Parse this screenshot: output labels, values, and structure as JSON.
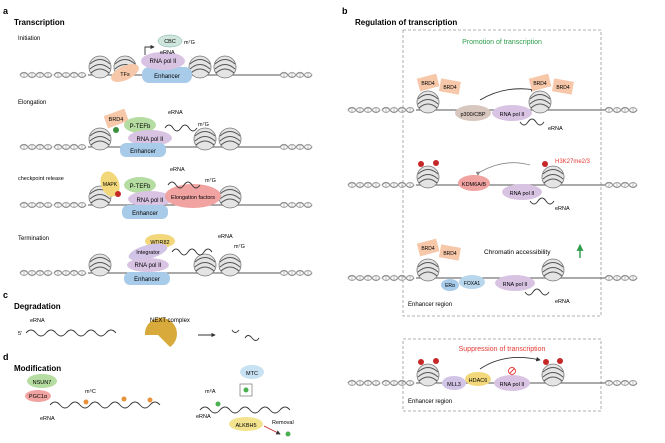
{
  "panels": {
    "a": {
      "letter": "a",
      "title": "Transcription"
    },
    "b": {
      "letter": "b",
      "title": "Regulation of transcription"
    },
    "c": {
      "letter": "c",
      "title": "Degradation"
    },
    "d": {
      "letter": "d",
      "title": "Modification"
    }
  },
  "stages": {
    "initiation": "Initiation",
    "elongation": "Elongation",
    "release": "checkpoint release",
    "termination": "Termination"
  },
  "labels": {
    "cbc": "CBC",
    "m7g": "m⁷G",
    "erna": "eRNA",
    "rnapol": "RNA pol II",
    "enhancer": "Enhancer",
    "tfs": "TFs",
    "brd4": "BRD4",
    "ptefb": "P-TEFb",
    "mapk": "MAPK",
    "elong_factors": "Elongation factors",
    "wdr82": "WDR82",
    "integrator": "Integrator",
    "next": "NEXT complex",
    "five_prime": "5'",
    "nsun7": "NSUN7",
    "pgc1a": "PGC1α",
    "m5c": "m⁵C",
    "mtc": "MTC",
    "m6a": "m⁶A",
    "alkbh5": "ALKBH5",
    "removal": "Removal",
    "promotion": "Promotion of transcription",
    "p300": "p300/CBP",
    "h3k27": "H3K27me2/3",
    "kdm6": "KDM6A/B",
    "chromatin": "Chromatin accessibility",
    "era": "ERα",
    "foxa1": "FOXA1",
    "enhancer_region": "Enhancer region",
    "suppression": "Suppression of transcription",
    "mll3": "MLL3",
    "hdac6": "HDAC6"
  },
  "colors": {
    "rnapol": "#d9c3e3",
    "enhancer": "#a8cbe9",
    "brd4": "#f6c7a8",
    "ptefb": "#b5dca1",
    "mapk": "#f3d87b",
    "elong": "#f0a3a1",
    "nucleosome": "#dcdcdc",
    "next": "#d8a93b",
    "promotion": "#2e9d4c",
    "suppression": "#e53935",
    "mark_red": "#c62828",
    "mark_green": "#3f8f3f"
  }
}
